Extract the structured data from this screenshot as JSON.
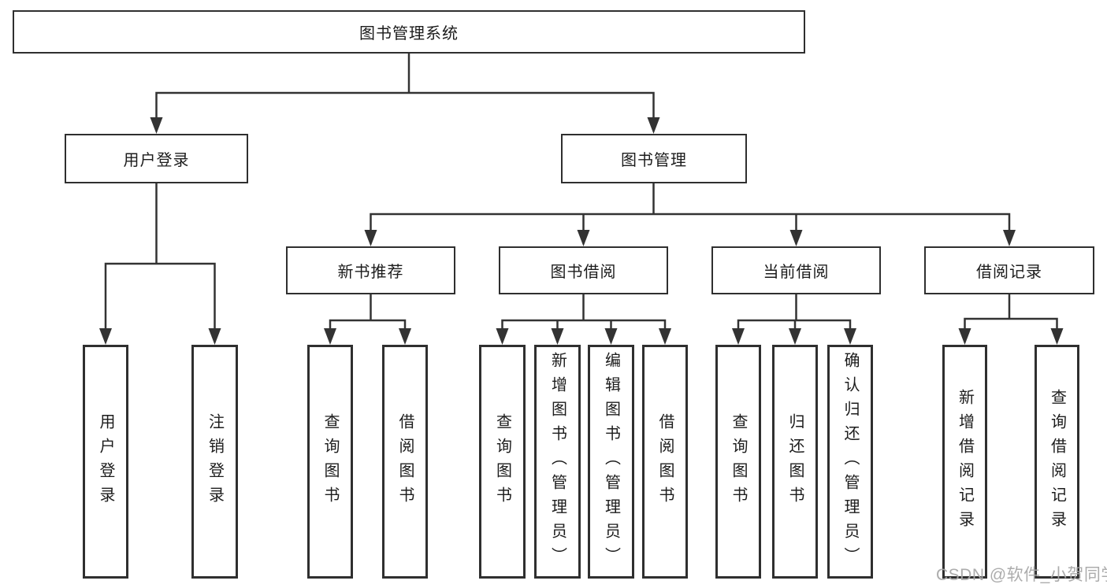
{
  "diagram": {
    "title": "图书管理系统",
    "type": "hierarchy-tree",
    "colors": {
      "line": "#333333",
      "box_border": "#2f2f2f",
      "text": "#1c1c1c",
      "background": "#ffffff",
      "watermark": "#a8a8a8"
    },
    "nodes": {
      "root": "图书管理系统",
      "userLogin": "用户登录",
      "bookManagement": "图书管理",
      "newBookRecommend": "新书推荐",
      "bookBorrowing": "图书借阅",
      "currentBorrowing": "当前借阅",
      "borrowingRecords": "借阅记录",
      "leafUserLogin": "用户登录",
      "leafLogout": "注销登录",
      "leafQueryBooksA": "查询图书",
      "leafBorrowBooksA": "借阅图书",
      "leafQueryBooksB": "查询图书",
      "leafAddBooks": "新增图书（管理员）",
      "leafEditBooks": "编辑图书（管理员）",
      "leafBorrowBooksB": "借阅图书",
      "leafQueryBooksC": "查询图书",
      "leafReturnBooks": "归还图书",
      "leafConfirmReturn": "确认归还（管理员）",
      "leafAddBorrowRecord": "新增借阅记录",
      "leafQueryBorrowRecord": "查询借阅记录"
    },
    "edges": [
      {
        "from": "图书管理系统",
        "to": [
          "用户登录",
          "图书管理"
        ]
      },
      {
        "from": "用户登录",
        "to": [
          "用户登录",
          "注销登录"
        ]
      },
      {
        "from": "图书管理",
        "to": [
          "新书推荐",
          "图书借阅",
          "当前借阅",
          "借阅记录"
        ]
      },
      {
        "from": "新书推荐",
        "to": [
          "查询图书",
          "借阅图书"
        ]
      },
      {
        "from": "图书借阅",
        "to": [
          "查询图书",
          "新增图书（管理员）",
          "编辑图书（管理员）",
          "借阅图书"
        ]
      },
      {
        "from": "当前借阅",
        "to": [
          "查询图书",
          "归还图书",
          "确认归还（管理员）"
        ]
      },
      {
        "from": "借阅记录",
        "to": [
          "新增借阅记录",
          "查询借阅记录"
        ]
      }
    ]
  },
  "watermark": "CSDN @软件_小贺同学"
}
